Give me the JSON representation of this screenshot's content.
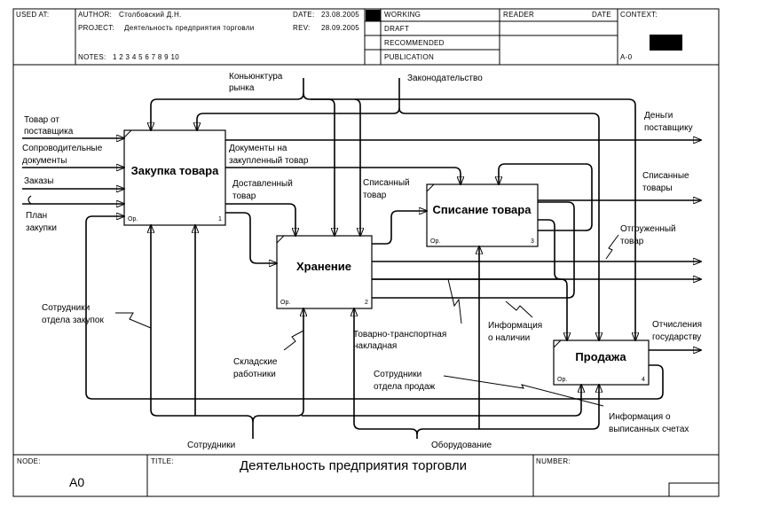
{
  "header": {
    "used_at_label": "USED AT:",
    "author_label": "AUTHOR:",
    "author": "Столбовский Д.Н.",
    "project_label": "PROJECT:",
    "project": "Деятельность предприятия торговли",
    "date_label": "DATE:",
    "date": "23.08.2005",
    "rev_label": "REV:",
    "rev": "28.09.2005",
    "notes_label": "NOTES:",
    "notes": "1  2  3  4  5  6  7  8  9  10",
    "status": [
      "WORKING",
      "DRAFT",
      "RECOMMENDED",
      "PUBLICATION"
    ],
    "reader_label": "READER",
    "date2_label": "DATE",
    "context_label": "CONTEXT:",
    "context_node": "A-0"
  },
  "footer": {
    "node_label": "NODE:",
    "node": "A0",
    "title_label": "TITLE:",
    "title": "Деятельность предприятия торговли",
    "number_label": "NUMBER:"
  },
  "boxes": [
    {
      "title": "Закупка товара",
      "op": "Op.",
      "num": "1"
    },
    {
      "title": "Хранение",
      "op": "Op.",
      "num": "2"
    },
    {
      "title": "Списание товара",
      "op": "Op.",
      "num": "3"
    },
    {
      "title": "Продажа",
      "op": "Op.",
      "num": "4"
    }
  ],
  "labels": {
    "konyunktura": [
      "Коньюнктура",
      "рынка"
    ],
    "zakon": "Законодательство",
    "tovar_ot": [
      "Товар от",
      "поставщика"
    ],
    "soprovod": [
      "Сопроводительные",
      "документы"
    ],
    "zakazy": "Заказы",
    "plan": [
      "План",
      "закупки"
    ],
    "dokumenty": [
      "Документы на",
      "закупленный товар"
    ],
    "dostavl": [
      "Доставленный",
      "товар"
    ],
    "spisanny": [
      "Списанный",
      "товар"
    ],
    "dengi": [
      "Деньги",
      "поставщику"
    ],
    "spisannye": [
      "Списанные",
      "товары"
    ],
    "otgruzh": [
      "Отгруженный",
      "товар"
    ],
    "sotr_zak": [
      "Сотрудники",
      "отдела закупок"
    ],
    "skladskie": [
      "Складские",
      "работники"
    ],
    "tovarno": [
      "Товарно-транспортная",
      "накладная"
    ],
    "info_nal": [
      "Информация",
      "о наличии"
    ],
    "otchisl": [
      "Отчисления",
      "государству"
    ],
    "sotr_prod": [
      "Сотрудники",
      "отдела продаж"
    ],
    "info_vyp": [
      "Информация о",
      "выписанных счетах"
    ],
    "sotrudniki": "Сотрудники",
    "oborud": "Оборудование"
  }
}
